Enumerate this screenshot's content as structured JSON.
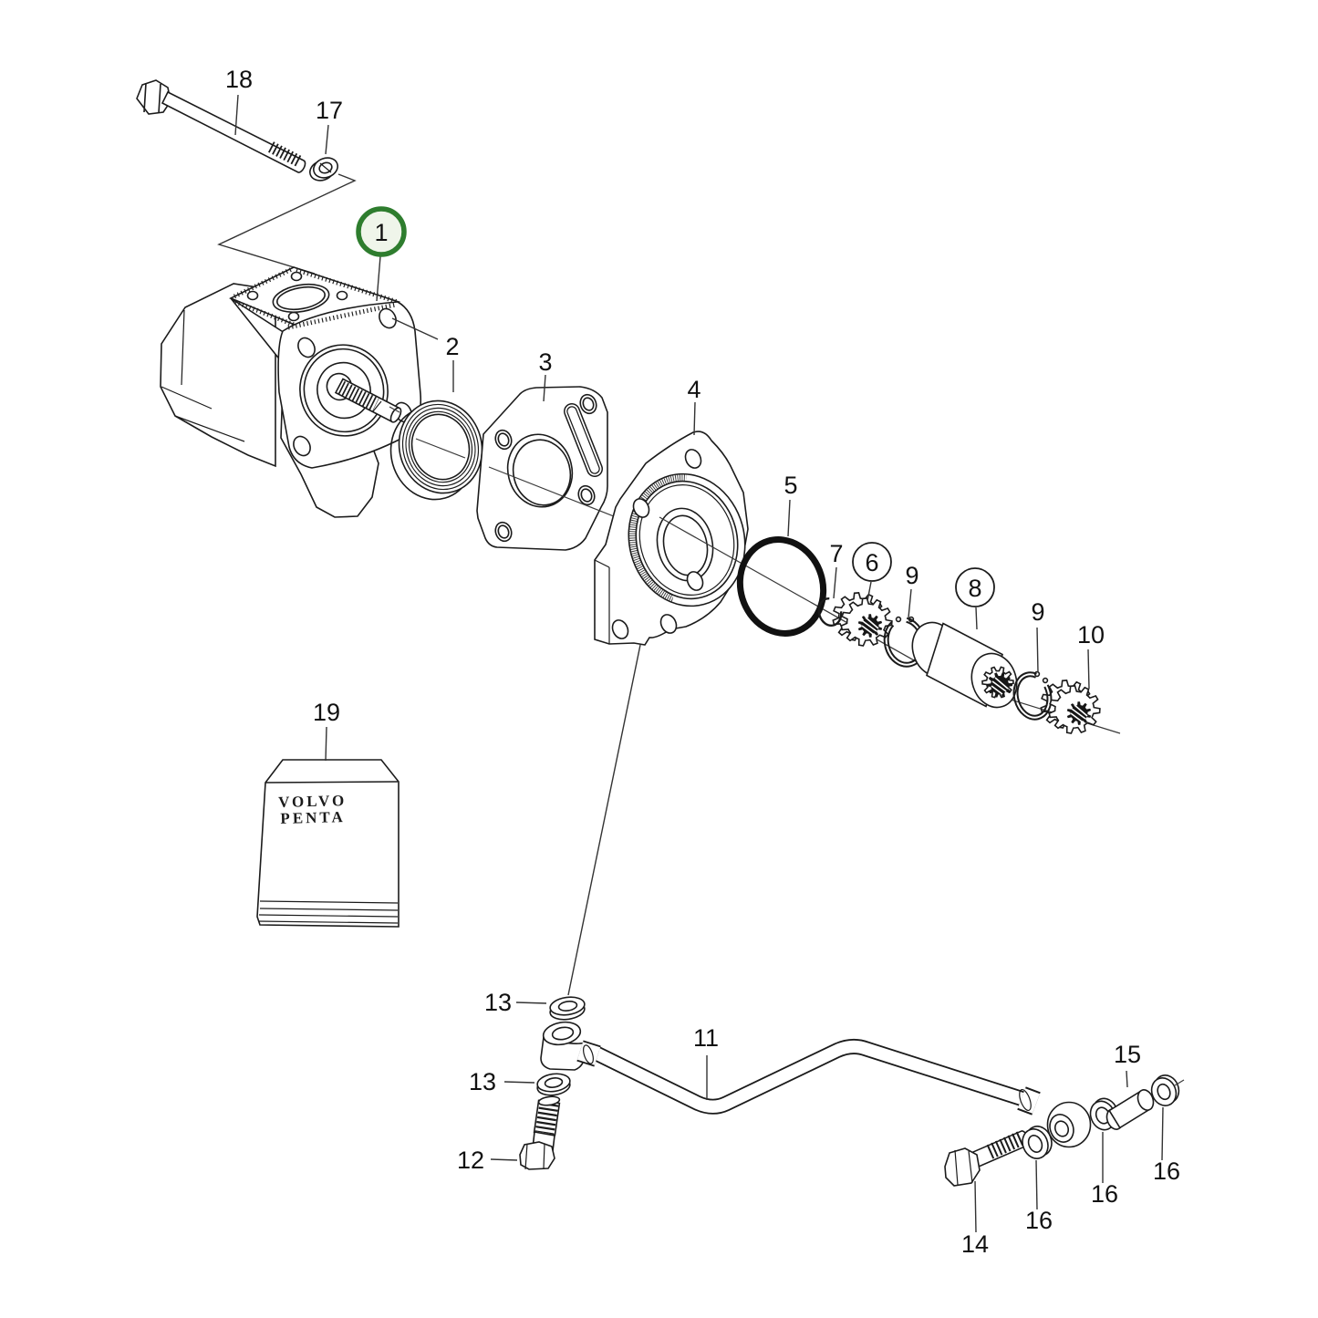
{
  "figure": {
    "type": "exploded-parts-diagram",
    "brand_bag": {
      "line1": "VOLVO",
      "line2": "PENTA"
    },
    "colors": {
      "background": "#ffffff",
      "line": "#1b1b1b",
      "label": "#111111",
      "muted_label": "#9a9a9a",
      "highlight_ring": "#2e7d2e",
      "highlight_fill": "#eff5ea",
      "callout_circle_fill": "#ffffff"
    },
    "callouts": {
      "p18": {
        "label": "18",
        "style": "muted"
      },
      "p17": {
        "label": "17",
        "style": "plain"
      },
      "p1": {
        "label": "1",
        "style": "circled-green"
      },
      "p2": {
        "label": "2",
        "style": "plain"
      },
      "p3": {
        "label": "3",
        "style": "plain"
      },
      "p4": {
        "label": "4",
        "style": "muted"
      },
      "p5": {
        "label": "5",
        "style": "plain"
      },
      "p7": {
        "label": "7",
        "style": "plain"
      },
      "p6": {
        "label": "6",
        "style": "circled"
      },
      "p9a": {
        "label": "9",
        "style": "plain"
      },
      "p8": {
        "label": "8",
        "style": "circled"
      },
      "p9b": {
        "label": "9",
        "style": "plain"
      },
      "p10": {
        "label": "10",
        "style": "plain"
      },
      "p19": {
        "label": "19",
        "style": "plain"
      },
      "p13a": {
        "label": "13",
        "style": "plain"
      },
      "p13b": {
        "label": "13",
        "style": "plain"
      },
      "p12": {
        "label": "12",
        "style": "plain"
      },
      "p11": {
        "label": "11",
        "style": "plain"
      },
      "p15": {
        "label": "15",
        "style": "plain"
      },
      "p16a": {
        "label": "16",
        "style": "plain"
      },
      "p16b": {
        "label": "16",
        "style": "plain"
      },
      "p16c": {
        "label": "16",
        "style": "plain"
      },
      "p14": {
        "label": "14",
        "style": "plain"
      }
    }
  }
}
